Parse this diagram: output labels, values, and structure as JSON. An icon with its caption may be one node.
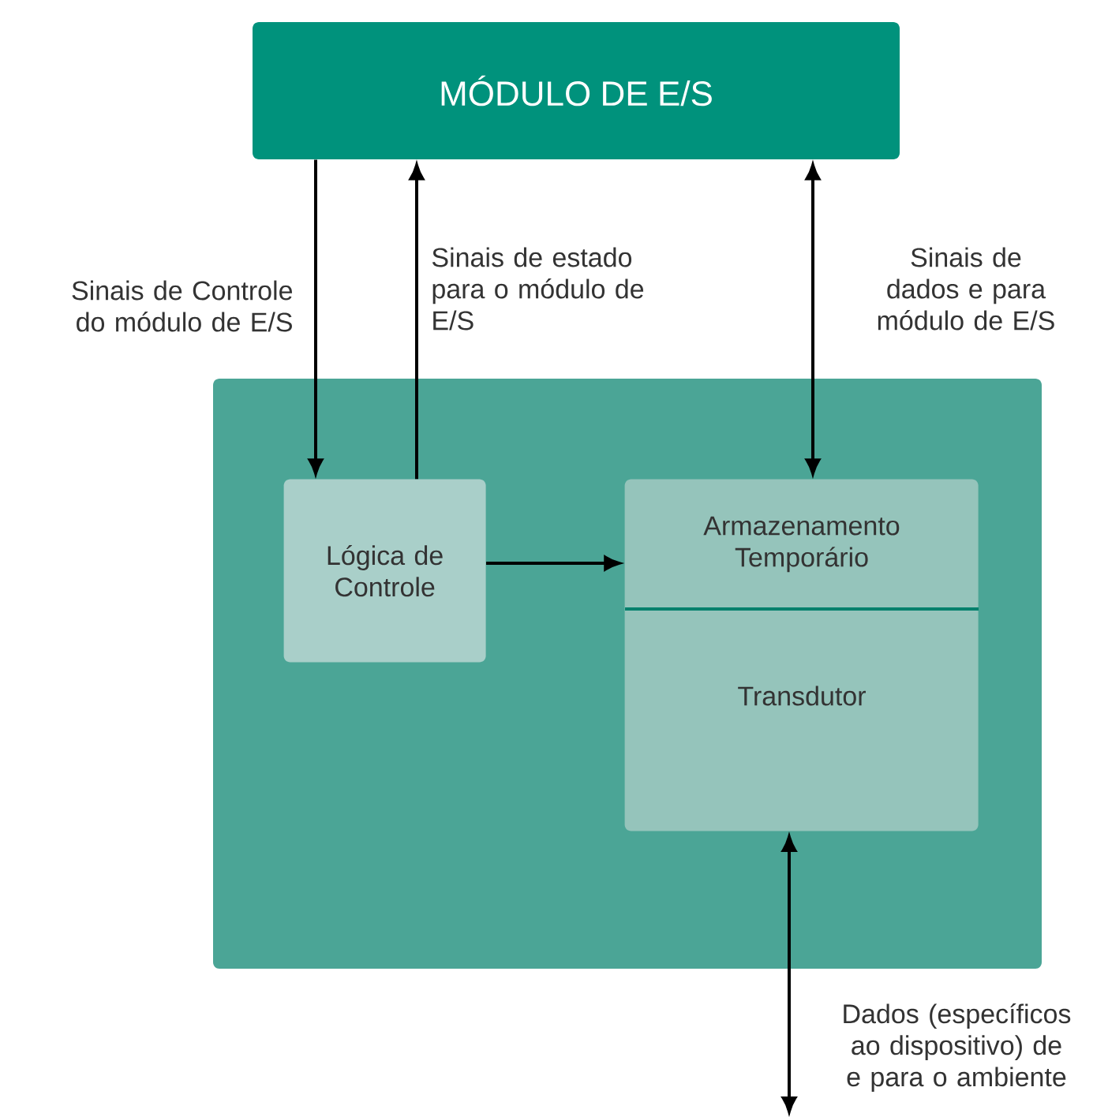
{
  "diagram": {
    "nodes": [
      {
        "text": [
          "MÓDULO DE E/S"
        ]
      },
      {
        "text": [],
        "shape": "box"
      },
      {
        "text": [
          "Lógica de Controle"
        ],
        "in": 1
      },
      {
        "text": [
          "Armazenamento Temporário",
          "Transdutor"
        ],
        "in": 1
      }
    ],
    "edges": [
      {
        "from": 0,
        "to": 2,
        "arrow": "to",
        "label": "Sinais de Controle do módulo de E/S"
      },
      {
        "from": 2,
        "to": 0,
        "arrow": "to",
        "label": "Sinais de estado para o módulo de E/S"
      },
      {
        "from": 0,
        "to": 3,
        "arrow": "both",
        "label": "Sinais de dados e para módulo de E/S"
      },
      {
        "from": 2,
        "to": 3,
        "arrow": "to"
      },
      {
        "from": 3,
        "to": null,
        "arrow": "both",
        "label": "Dados (específicos ao dispositivo) de e para o ambiente"
      }
    ]
  }
}
